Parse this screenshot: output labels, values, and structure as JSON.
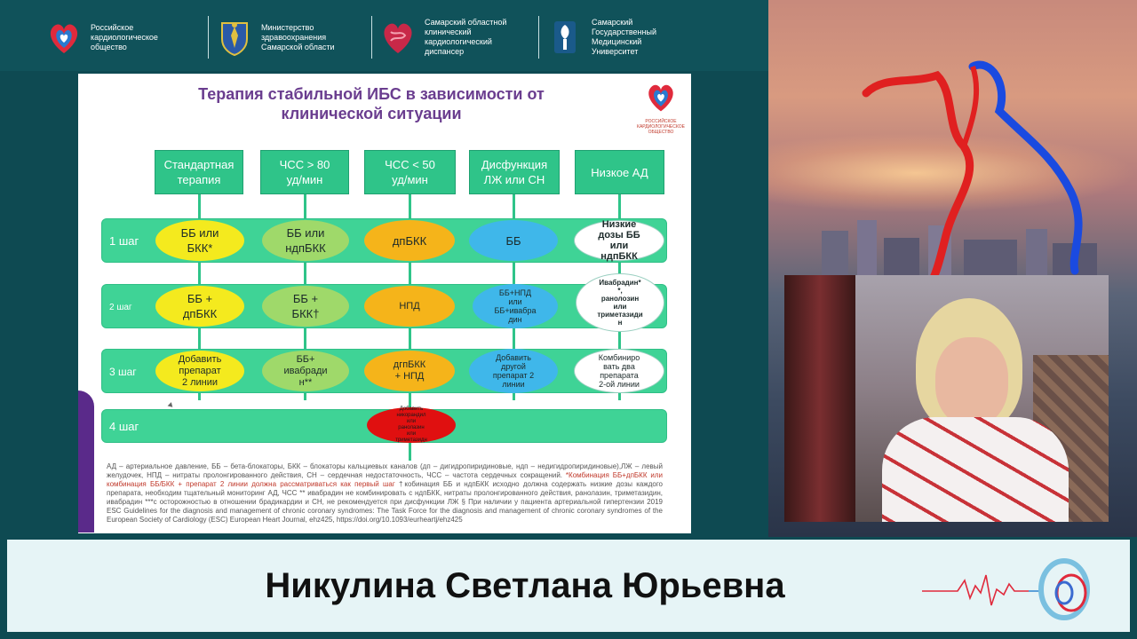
{
  "header": {
    "org1": "Российское\nкардиологическое\nобщество",
    "org2": "Министерство\nздравоохранения\nСамарской области",
    "org3": "Самарский областной\nклинический\nкардиологический\nдиспансер",
    "org4": "Самарский\nГосударственный\nМедицинский\nУниверситет"
  },
  "slide": {
    "title": "Терапия стабильной ИБС в зависимости от\nклинической ситуации",
    "logo_text": "РОССИЙСКОЕ\nКАРДИОЛОГИЧЕСКОЕ\nОБЩЕСТВО",
    "columns": [
      "Стандартная\nтерапия",
      "ЧСС > 80\nуд/мин",
      "ЧСС < 50\nуд/мин",
      "Дисфункция\nЛЖ или СН",
      "Низкое АД"
    ],
    "steps": {
      "s1": "1 шаг",
      "s2": "2 шаг",
      "s3": "3 шаг",
      "s4": "4 шаг"
    },
    "cells": {
      "r1c1": "ББ или\nБКК*",
      "r1c2": "ББ или\nндпБКК",
      "r1c3": "дпБКК",
      "r1c4": "ББ",
      "r1c5": "Низкие\nдозы ББ\nили\nндпБКК",
      "r2c1": "ББ +\nдпБКК",
      "r2c2": "ББ +\nБКК†",
      "r2c3": "НПД",
      "r2c4": "ББ+НПД\nили\nББ+ивабра\nдин",
      "r2c5": "Ивабрадин*\n*,\nранолозин\nили\nтриметазиди\nн",
      "r3c1": "Добавить\nпрепарат\n2 линии",
      "r3c2": "ББ+\nивабради\nн**",
      "r3c3": "дгпБКК\n+ НПД",
      "r3c4": "Добавить\nдругой\nпрепарат 2\nлинии",
      "r3c5": "Комбиниро\nвать два\nпрепарата\n2-ой линии",
      "r4c3": "Добавить\nникорандил\nили\nранолазин\nили\nтриметазидн"
    },
    "footnote": {
      "p1": "АД – артериальное давление, ББ – бета-блокаторы, БКК – блокаторы кальциевых каналов (дп – дигидропиридиновые, ндп – недигидропиридиновые),ЛЖ – левый желудочек, НПД – нитраты пролонгированного действия, СН – сердечная недостаточность, ЧСС – частота сердечных сокращений.",
      "red": "*Комбинация ББ+дпБКК или комбинация ББ/БКК + препарат 2 линии должна рассматриваться как первый шаг",
      "p2": "†кобинация ББ и ндпБКК исходно должна содержать низкие дозы каждого препарата, необходим тщательный мониторинг АД, ЧСС ** ивабрадин не комбинировать с ндпБКК, нитраты пролонгированного действия, ранолазин, триметазидин, ивабрадин ***с осторожностью в отношении брадикардии и СН, не рекомендуется при дисфункции ЛЖ § При наличии у пациента артериальной гипертензии",
      "p3": "2019 ESC Guidelines for the diagnosis and management of chronic coronary syndromes: The Task Force for the diagnosis and management of chronic coronary syndromes of the European Society of Cardiology (ESC) European Heart Journal, ehz425, https://doi.org/10.1093/eurheartj/ehz425"
    }
  },
  "banner": {
    "speaker_name": "Никулина Светлана Юрьевна"
  },
  "colors": {
    "header_bg": "#10525a",
    "band_green": "#3fd396",
    "title_purple": "#6a3d8f",
    "banner_bg": "#e6f4f6"
  }
}
